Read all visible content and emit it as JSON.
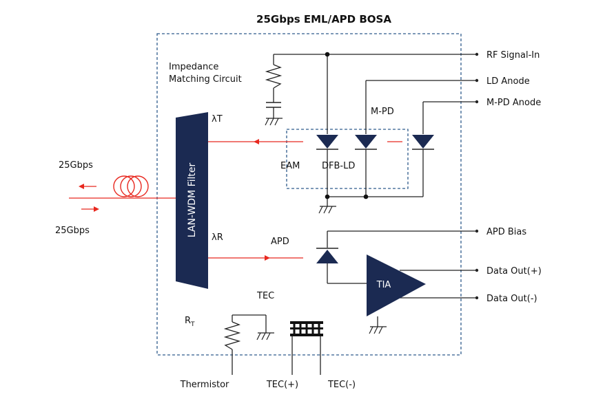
{
  "title": "25Gbps EML/APD BOSA",
  "colors": {
    "navy": "#1b2a52",
    "red": "#e8281f",
    "border": "#2e5a8c",
    "wire": "#222222"
  },
  "labels": {
    "impedance_line1": "Impedance",
    "impedance_line2": "Matching Circuit",
    "lambda_t": "λT",
    "lambda_r": "λR",
    "filter": "LAN-WDM Filter",
    "mpd": "M-PD",
    "eam": "EAM",
    "dfb": "DFB-LD",
    "apd": "APD",
    "tia": "TIA",
    "tec": "TEC",
    "rt_main": "R",
    "rt_sub": "T",
    "rate_top": "25Gbps",
    "rate_bottom": "25Gbps"
  },
  "pins": {
    "rf_in": "RF Signal-In",
    "ld_anode": "LD Anode",
    "mpd_anode": "M-PD Anode",
    "apd_bias": "APD Bias",
    "data_p": "Data Out(+)",
    "data_n": "Data Out(-)",
    "thermistor": "Thermistor",
    "tec_p": "TEC(+)",
    "tec_n": "TEC(-)"
  },
  "icons": {
    "resistor": "resistor-icon",
    "capacitor": "capacitor-icon",
    "ground": "ground-icon",
    "diode": "diode-icon",
    "fiber_coil": "fiber-coil-icon",
    "amplifier": "amplifier-icon",
    "peltier": "peltier-icon"
  }
}
